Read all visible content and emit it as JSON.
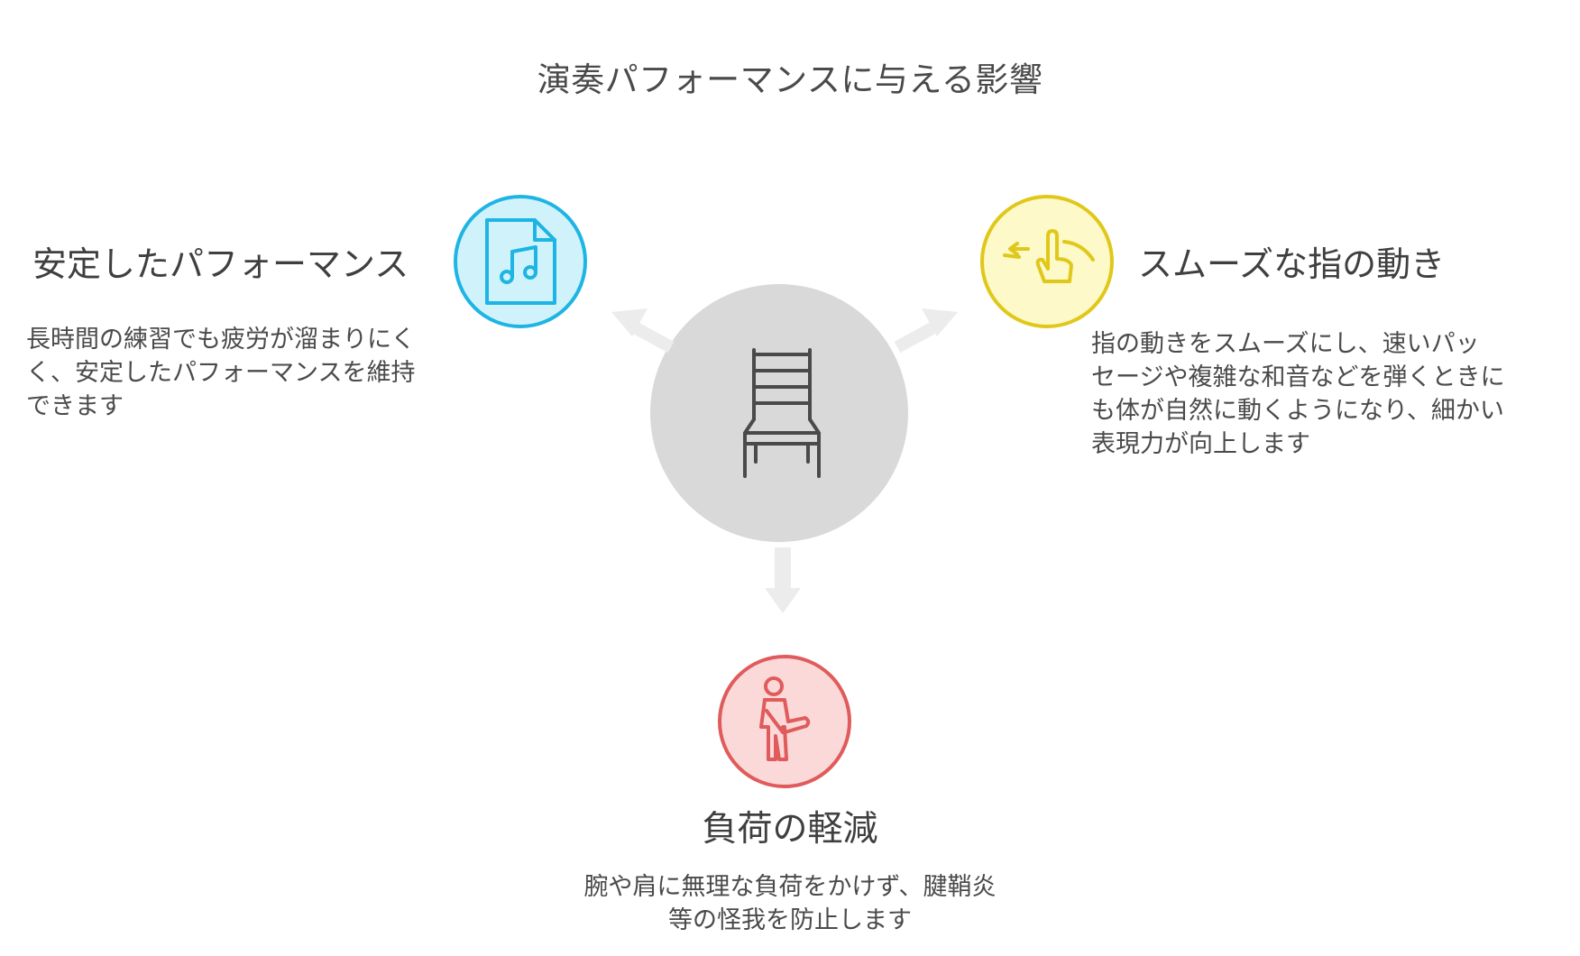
{
  "title": "演奏パフォーマンスに与える影響",
  "center": {
    "icon": "chair-icon"
  },
  "left": {
    "heading": "安定したパフォーマンス",
    "desc_lines": [
      "長時間の練習でも疲労が溜まりにく",
      "く、安定したパフォーマンスを維持",
      "できます"
    ],
    "icon": "music-file-icon",
    "color": "#1eb4e4",
    "fill": "#d0f3fb"
  },
  "right": {
    "heading": "スムーズな指の動き",
    "desc_lines": [
      "指の動きをスムーズにし、速いパッ",
      "セージや複雑な和音などを弾くときに",
      "も体が自然に動くようになり、細かい",
      "表現力が向上します"
    ],
    "icon": "swipe-hand-icon",
    "color": "#e0c81a",
    "fill": "#fdf9c9"
  },
  "bottom": {
    "heading": "負荷の軽減",
    "desc_lines": [
      "腕や肩に無理な負荷をかけず、腱鞘炎",
      "等の怪我を防止します"
    ],
    "icon": "injured-arm-icon",
    "color": "#e05b5b",
    "fill": "#fbd9d9"
  },
  "colors": {
    "center_fill": "#d9d9d9",
    "arrow": "#ececec",
    "icon_dark": "#4a4a4a"
  }
}
